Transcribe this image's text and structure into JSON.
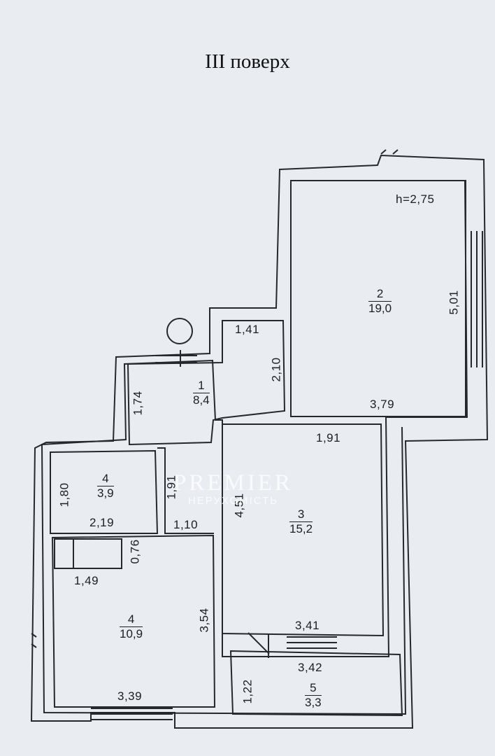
{
  "title": "III поверх",
  "ceiling_height": "h=2,75",
  "rooms": [
    {
      "num": "1",
      "area": "8,4"
    },
    {
      "num": "2",
      "area": "19,0"
    },
    {
      "num": "3",
      "area": "15,2"
    },
    {
      "num": "4",
      "area": "3,9"
    },
    {
      "num": "4",
      "area": "10,9"
    },
    {
      "num": "5",
      "area": "3,3"
    }
  ],
  "dims": {
    "d1_41": "1,41",
    "d2_10": "2,10",
    "d1_74": "1,74",
    "d5_01": "5,01",
    "d3_79": "3,79",
    "d1_91a": "1,91",
    "d1_80": "1,80",
    "d1_91b": "1,91",
    "d2_19": "2,19",
    "d1_10": "1,10",
    "d4_51": "4,51",
    "d0_76": "0,76",
    "d1_49": "1,49",
    "d3_54": "3,54",
    "d3_41": "3,41",
    "d3_42": "3,42",
    "d1_22": "1,22",
    "d3_39": "3,39"
  },
  "watermark": {
    "brand": "PREMIER",
    "sub": "НЕРУХОМІСТЬ"
  }
}
